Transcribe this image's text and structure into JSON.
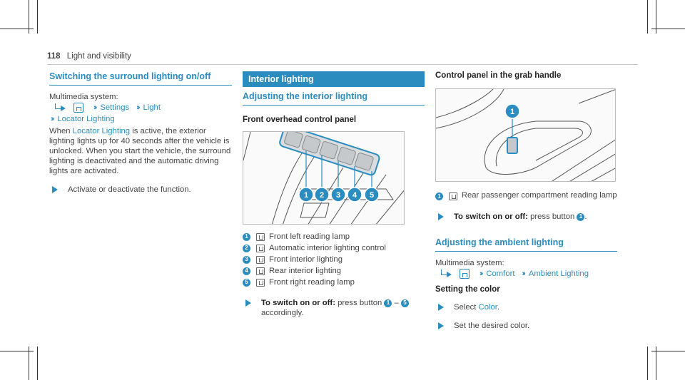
{
  "page": {
    "number": "118",
    "section": "Light and visibility"
  },
  "colors": {
    "accent": "#2b8cbf",
    "text": "#444444",
    "heading": "#222222"
  },
  "col1": {
    "heading": "Switching the surround lighting on/off",
    "nav_intro": "Multimedia system:",
    "nav": {
      "item1": "Settings",
      "item2": "Light",
      "item3": "Locator Lighting"
    },
    "body_pre": "When ",
    "body_link": "Locator Lighting",
    "body_post": " is active, the exterior lighting lights up for 40 seconds after the vehicle is unlocked. When you start the vehicle, the surround lighting is deactivated and the automatic driving lights are activated.",
    "step": "Activate or deactivate the function."
  },
  "col2": {
    "section_bar": "Interior lighting",
    "heading": "Adjusting the interior lighting",
    "subheading": "Front overhead control panel",
    "legend": [
      {
        "num": "1",
        "icon": "reading-lamp-icon",
        "label": "Front left reading lamp"
      },
      {
        "num": "2",
        "icon": "auto-light-icon",
        "label": "Automatic interior lighting control"
      },
      {
        "num": "3",
        "icon": "front-light-icon",
        "label": "Front interior lighting"
      },
      {
        "num": "4",
        "icon": "rear-light-icon",
        "label": "Rear interior lighting"
      },
      {
        "num": "5",
        "icon": "reading-lamp-icon",
        "label": "Front right reading lamp"
      }
    ],
    "step_bold": "To switch on or off:",
    "step_text": " press button ",
    "step_c1": "1",
    "step_dash": " – ",
    "step_c2": "5",
    "step_tail": "accordingly."
  },
  "col3": {
    "heading": "Control panel in the grab handle",
    "legend_num": "1",
    "legend_label": "Rear passenger compartment reading lamp",
    "step_bold": "To switch on or off:",
    "step_text": " press button ",
    "step_c1": "1",
    "step_end": ".",
    "heading2": "Adjusting the ambient lighting",
    "nav_intro": "Multimedia system:",
    "nav": {
      "item1": "Comfort",
      "item2": "Ambient Lighting"
    },
    "subheading": "Setting the color",
    "step2_pre": "Select ",
    "step2_link": "Color",
    "step2_post": ".",
    "step3": "Set the desired color."
  }
}
